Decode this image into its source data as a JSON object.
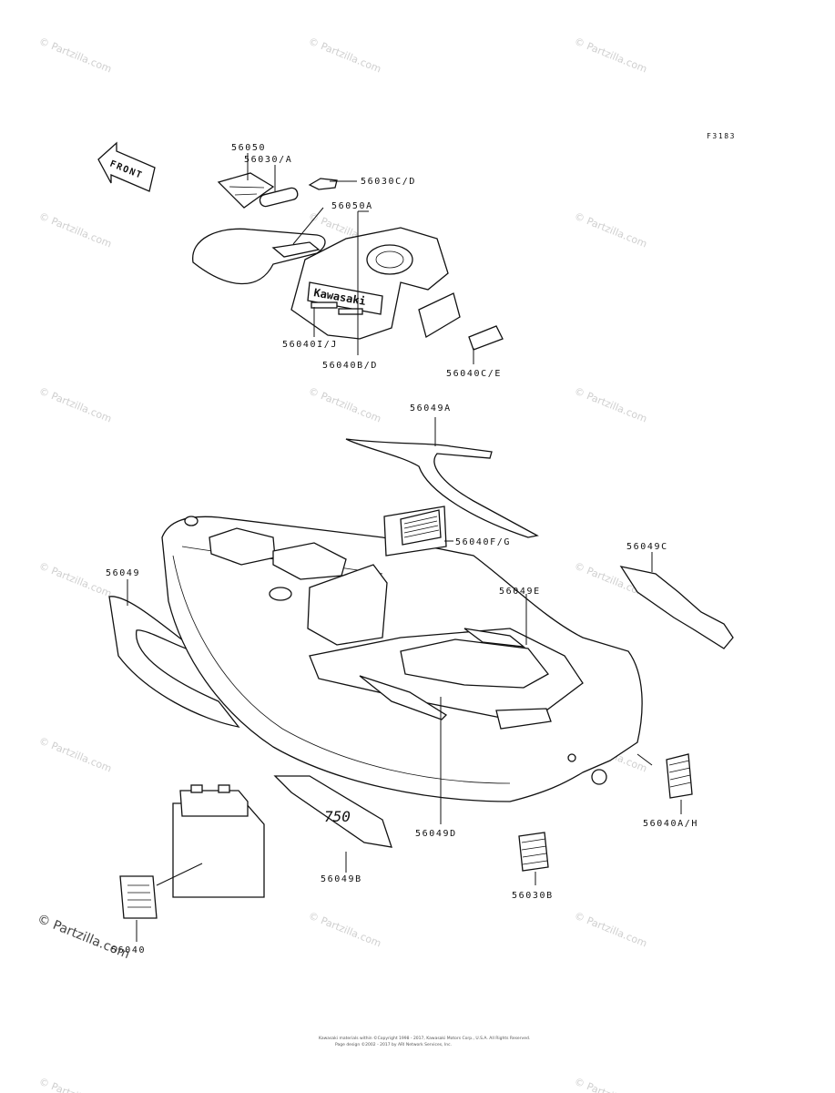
{
  "figure_code": "F3183",
  "front_label": "FRONT",
  "parts": [
    {
      "id": "p56050",
      "label": "56050"
    },
    {
      "id": "p56030a",
      "label": "56030/A"
    },
    {
      "id": "p56030cd",
      "label": "56030C/D"
    },
    {
      "id": "p56050a",
      "label": "56050A"
    },
    {
      "id": "p56040ij",
      "label": "56040I/J"
    },
    {
      "id": "p56040bd",
      "label": "56040B/D"
    },
    {
      "id": "p56040ce",
      "label": "56040C/E"
    },
    {
      "id": "p56049a",
      "label": "56049A"
    },
    {
      "id": "p56040fg",
      "label": "56040F/G"
    },
    {
      "id": "p56049c",
      "label": "56049C"
    },
    {
      "id": "p56049",
      "label": "56049"
    },
    {
      "id": "p56049e",
      "label": "56049E"
    },
    {
      "id": "p56049d",
      "label": "56049D"
    },
    {
      "id": "p56040ah",
      "label": "56040A/H"
    },
    {
      "id": "p56049b",
      "label": "56049B"
    },
    {
      "id": "p56030b",
      "label": "56030B"
    },
    {
      "id": "p56040",
      "label": "56040"
    }
  ],
  "watermark": "© Partzilla.com",
  "corner_watermark": "© Partzilla.com",
  "decal_brand": "Kawasaki",
  "decal_model": "750",
  "footer_line1": "Kawasaki materials within ©Copyright 1998 - 2017, Kawasaki Motors Corp., U.S.A. All Rights Reserved.",
  "footer_line2": "Page design ©2002 - 2017 by ARI Network Services, Inc."
}
